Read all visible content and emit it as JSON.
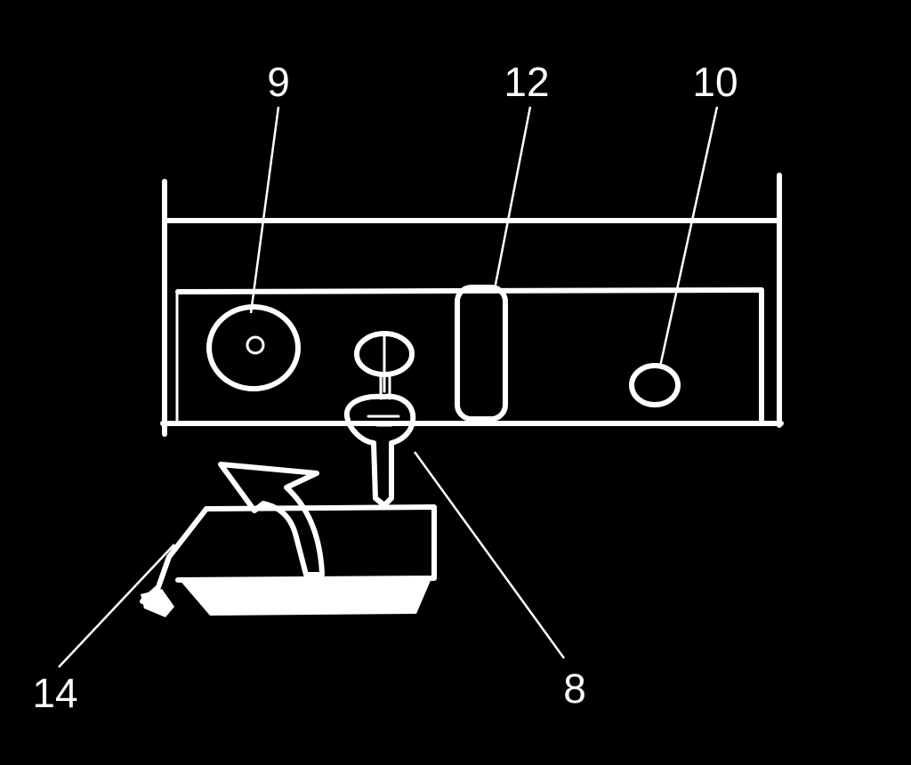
{
  "diagram": {
    "background_color": "#000000",
    "line_color": "#ffffff",
    "callouts": [
      {
        "id": "9",
        "label": "9"
      },
      {
        "id": "12",
        "label": "12"
      },
      {
        "id": "10",
        "label": "10"
      },
      {
        "id": "14",
        "label": "14"
      },
      {
        "id": "8",
        "label": "8"
      }
    ]
  }
}
